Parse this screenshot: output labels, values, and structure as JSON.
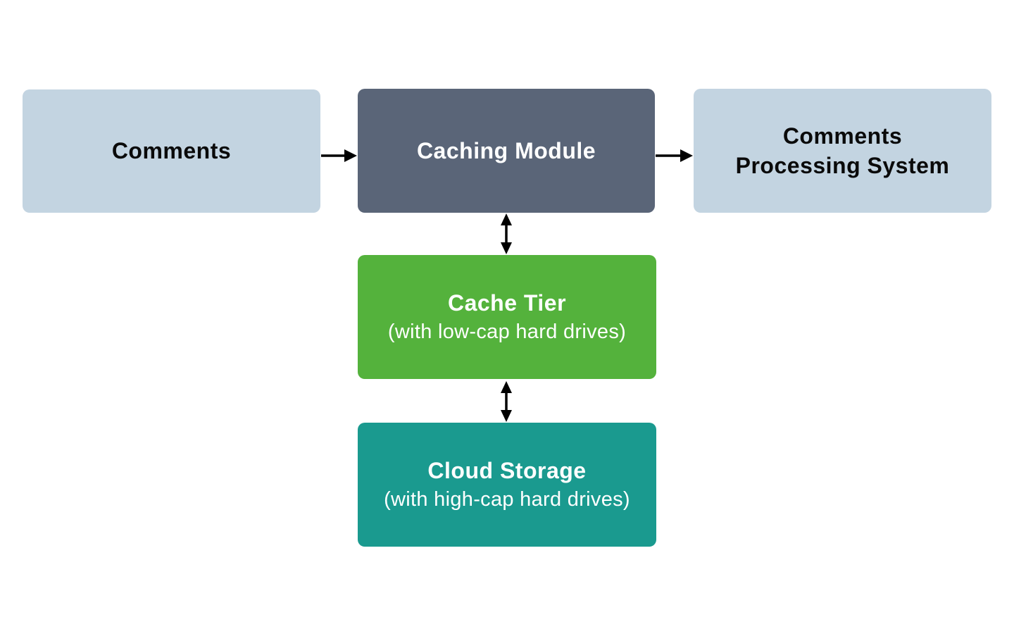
{
  "diagram": {
    "type": "flow-diagram",
    "nodes": [
      {
        "id": "comments",
        "label": "Comments",
        "sublabel": "",
        "color": "#c3d4e1",
        "text_color": "#0a0a0a"
      },
      {
        "id": "caching-module",
        "label": "Caching Module",
        "sublabel": "",
        "color": "#5a6578",
        "text_color": "#ffffff"
      },
      {
        "id": "comments-processing",
        "label": "Comments Processing System",
        "sublabel": "",
        "color": "#c3d4e1",
        "text_color": "#0a0a0a"
      },
      {
        "id": "cache-tier",
        "label": "Cache Tier",
        "sublabel": "(with low-cap hard drives)",
        "color": "#54b23c",
        "text_color": "#ffffff"
      },
      {
        "id": "cloud-storage",
        "label": "Cloud Storage",
        "sublabel": "(with high-cap hard drives)",
        "color": "#1a9a8f",
        "text_color": "#ffffff"
      }
    ],
    "connections": [
      {
        "from": "comments",
        "to": "caching-module",
        "direction": "one-way"
      },
      {
        "from": "caching-module",
        "to": "comments-processing",
        "direction": "one-way"
      },
      {
        "from": "caching-module",
        "to": "cache-tier",
        "direction": "two-way"
      },
      {
        "from": "cache-tier",
        "to": "cloud-storage",
        "direction": "two-way"
      }
    ],
    "arrow_color": "#000000",
    "background_color": "#ffffff"
  }
}
